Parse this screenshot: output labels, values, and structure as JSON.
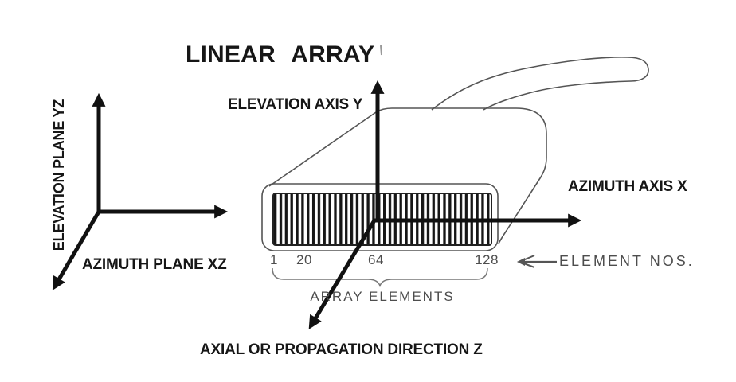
{
  "title": "LINEAR ARRAY",
  "left_axes": {
    "elevation_plane_label": "ELEVATION PLANE YZ",
    "azimuth_plane_label": "AZIMUTH PLANE XZ"
  },
  "probe_diagram": {
    "elevation_axis_label": "ELEVATION AXIS Y",
    "azimuth_axis_label": "AZIMUTH AXIS X",
    "axial_label": "AXIAL OR PROPAGATION DIRECTION Z",
    "element_numbers": [
      "1",
      "20",
      "64",
      "128"
    ],
    "element_nos_label": "ELEMENT NOS.",
    "array_elements_label": "ARRAY ELEMENTS"
  },
  "colors": {
    "ink": "#161616",
    "probe_outline": "#555555",
    "muted_text": "#4d4d4d"
  }
}
